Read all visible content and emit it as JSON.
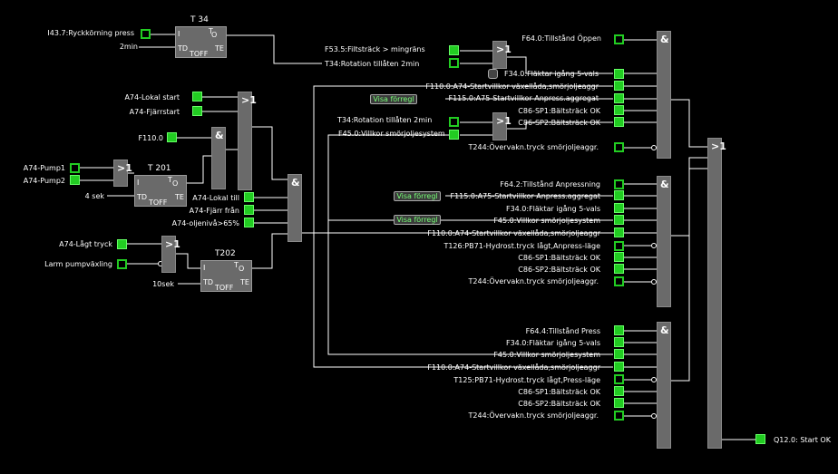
{
  "timers": {
    "t34": {
      "title": "T 34",
      "in": "I",
      "td": "TD",
      "q": "O",
      "te": "TE",
      "toff": "TOFF",
      "t": "T"
    },
    "t201": {
      "title": "T 201",
      "in": "I",
      "td": "TD",
      "q": "O",
      "te": "TE",
      "toff": "TOFF",
      "t": "T"
    },
    "t202": {
      "title": "T202",
      "in": "I",
      "td": "TD",
      "q": "O",
      "te": "TE",
      "toff": "TOFF",
      "t": "T"
    }
  },
  "labels": {
    "i43_7": "I43.7:Ryckkörning press",
    "t34_time": "2min",
    "f53_5": "F53.5:Filtsträck > mingräns",
    "t34_rot": "T34:Rotation tillåten 2min",
    "a74_lokal": "A74-Lokal start",
    "a74_fjarr": "A74-Fjärrstart",
    "f110_0_short": "F110.0",
    "a74_pump1": "A74-Pump1",
    "a74_pump2": "A74-Pump2",
    "t201_time": "4 sek",
    "a74_lokal_till": "A74-Lokal till",
    "a74_fjarr_fran": "A74-Fjärr från",
    "a74_olje": "A74-oljenivå>65%",
    "a74_lagt": "A74-Lågt tryck",
    "larm_pump": "Larm pumpväxling",
    "t202_time": "10sek",
    "f64_0": "F64.0:Tillstånd Öppen",
    "f34_0_a": "F34.0:Fläktar igång 5-vals",
    "f110_0_a": "F110.0:A74-Startvillkor växellåda,smörjoljeaggr",
    "f115_0_a": "F115.0:A75-Startvillkor Anpress.aggregat",
    "c86_sp1_a": "C86-SP1:Bältsträck OK",
    "c86_sp2_a": "C86-SP2:Bältsträck OK",
    "t34_rot_b": "T34:Rotation tillåten 2min",
    "f45_0_a": "F45.0:Villkor smörjoljesystem",
    "t244_a": "T244:Övervakn.tryck smörjoljeaggr.",
    "f64_2": "F64.2:Tillstånd Anpressning",
    "f115_0_b": "F115.0:A75-Startvillkor Anpress.aggregat",
    "f34_0_b": "F34.0:Fläktar igång 5-vals",
    "f45_0_b": "F45.0:Villkor smörjoljesystem",
    "f110_0_b": "F110.0:A74-Startvillkor växellåda,smörjoljeaggr",
    "t126": "T126:PB71-Hydrost.tryck lågt,Anpress-läge",
    "c86_sp1_b": "C86-SP1:Bältsträck OK",
    "c86_sp2_b": "C86-SP2:Bältsträck OK",
    "t244_b": "T244:Övervakn.tryck smörjoljeaggr.",
    "f64_4": "F64.4:Tillstånd Press",
    "f34_0_c": "F34.0:Fläktar igång 5-vals",
    "f45_0_c": "F45.0:Villkor smörjoljesystem",
    "f110_0_c": "F110.0:A74-Startvillkor växellåda,smörjoljeaggr",
    "t125": "T125:PB71-Hydrost.tryck lågt,Press-läge",
    "c86_sp1_c": "C86-SP1:Bältsträck OK",
    "c86_sp2_c": "C86-SP2:Bältsträck OK",
    "t244_c": "T244:Övervakn.tryck smörjoljeaggr.",
    "q12_0": "Q12.0: Start OK"
  },
  "gates": {
    "or_label": ">1",
    "and_label": "&"
  },
  "buttons": {
    "visa_forregl": "Visa förregl"
  },
  "colors": {
    "active": "#22cc22",
    "gate": "#6a6a6a",
    "wire": "#ffffff",
    "background": "#000000"
  }
}
